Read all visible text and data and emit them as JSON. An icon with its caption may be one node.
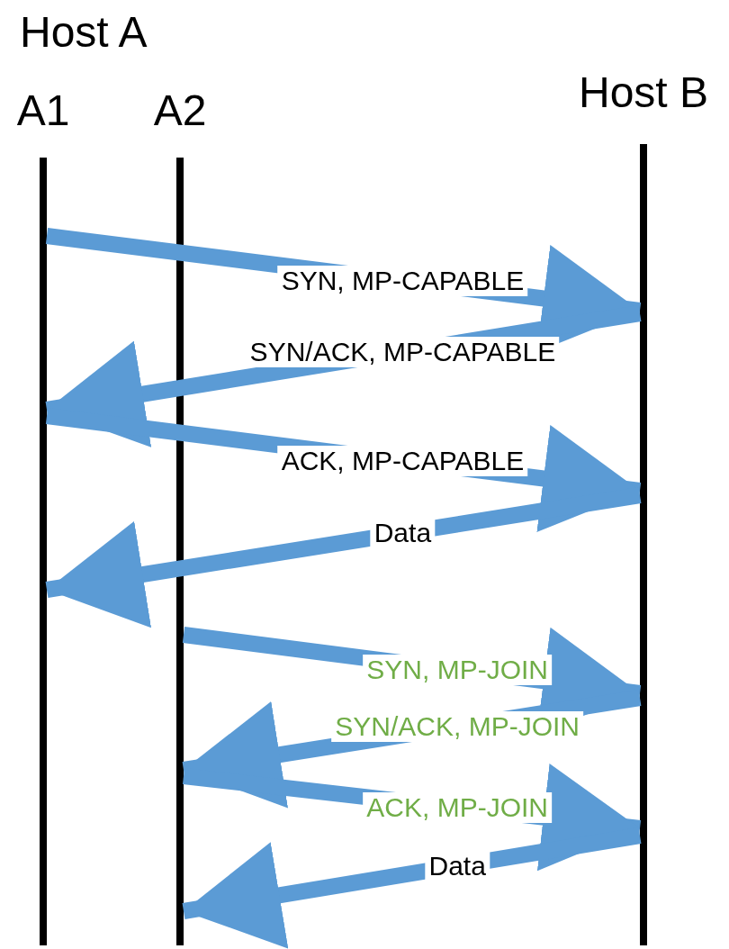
{
  "diagram": {
    "nodes": [
      {
        "text": [
          "A1"
        ]
      },
      {
        "text": [
          "A2"
        ]
      },
      {
        "text": [
          "Host B"
        ]
      }
    ],
    "edges": [
      {
        "from": 0,
        "to": 2,
        "arrow": "to",
        "label": "SYN, MP-CAPABLE"
      },
      {
        "from": 2,
        "to": 0,
        "arrow": "to",
        "label": "SYN/ACK, MP-CAPABLE"
      },
      {
        "from": 0,
        "to": 2,
        "arrow": "to",
        "label": "ACK, MP-CAPABLE"
      },
      {
        "from": 2,
        "to": 0,
        "arrow": "to",
        "label": "Data"
      },
      {
        "from": 1,
        "to": 2,
        "arrow": "to",
        "label": "SYN, MP-JOIN"
      },
      {
        "from": 2,
        "to": 1,
        "arrow": "to",
        "label": "SYN/ACK, MP-JOIN"
      },
      {
        "from": 1,
        "to": 2,
        "arrow": "to",
        "label": "ACK, MP-JOIN"
      },
      {
        "from": 2,
        "to": 1,
        "arrow": "to",
        "label": "Data"
      }
    ],
    "labels": [
      "Host A"
    ]
  }
}
